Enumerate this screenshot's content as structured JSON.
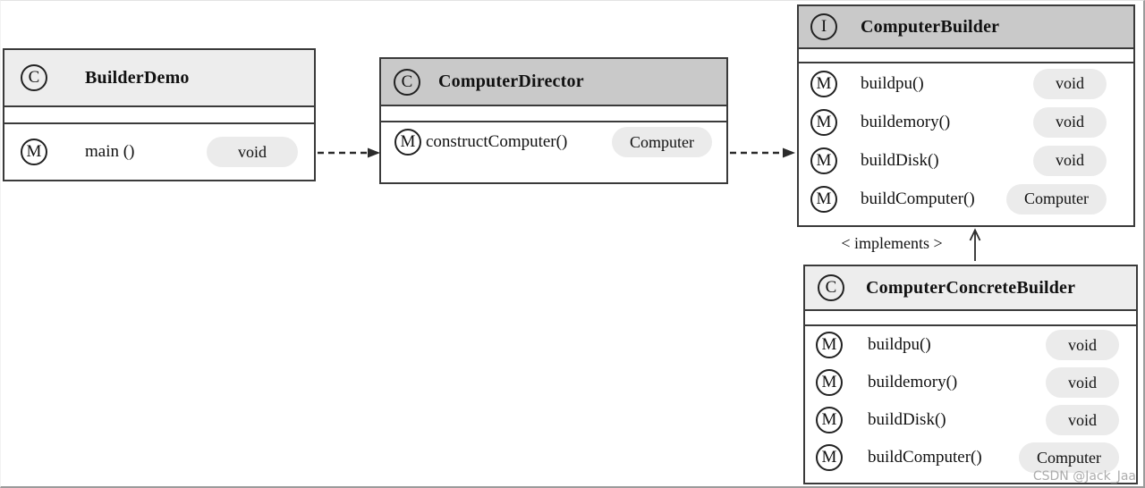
{
  "classes": [
    {
      "kind": "class",
      "kind_icon": "C",
      "name": "BuilderDemo",
      "methods": [
        {
          "icon": "M",
          "name": "main ()",
          "returns": "void"
        }
      ]
    },
    {
      "kind": "class",
      "kind_icon": "C",
      "name": "ComputerDirector",
      "methods": [
        {
          "icon": "M",
          "name": "constructComputer()",
          "returns": "Computer"
        }
      ]
    },
    {
      "kind": "interface",
      "kind_icon": "I",
      "name": "ComputerBuilder",
      "methods": [
        {
          "icon": "M",
          "name": "buildpu()",
          "returns": "void"
        },
        {
          "icon": "M",
          "name": "buildemory()",
          "returns": "void"
        },
        {
          "icon": "M",
          "name": "buildDisk()",
          "returns": "void"
        },
        {
          "icon": "M",
          "name": "buildComputer()",
          "returns": "Computer"
        }
      ]
    },
    {
      "kind": "class",
      "kind_icon": "C",
      "name": "ComputerConcreteBuilder",
      "methods": [
        {
          "icon": "M",
          "name": "buildpu()",
          "returns": "void"
        },
        {
          "icon": "M",
          "name": "buildemory()",
          "returns": "void"
        },
        {
          "icon": "M",
          "name": "buildDisk()",
          "returns": "void"
        },
        {
          "icon": "M",
          "name": "buildComputer()",
          "returns": "Computer"
        }
      ]
    }
  ],
  "relations": {
    "implements_label": "< implements >"
  },
  "watermark": "CSDN @Jack_Jaa",
  "colors": {
    "header_light": "#ededed",
    "header_dark": "#c9c9c9",
    "pill_bg": "#ebebeb",
    "box_border": "#3a3a3a",
    "arrow": "#2b2b2b",
    "watermark_text": "#adadad"
  }
}
